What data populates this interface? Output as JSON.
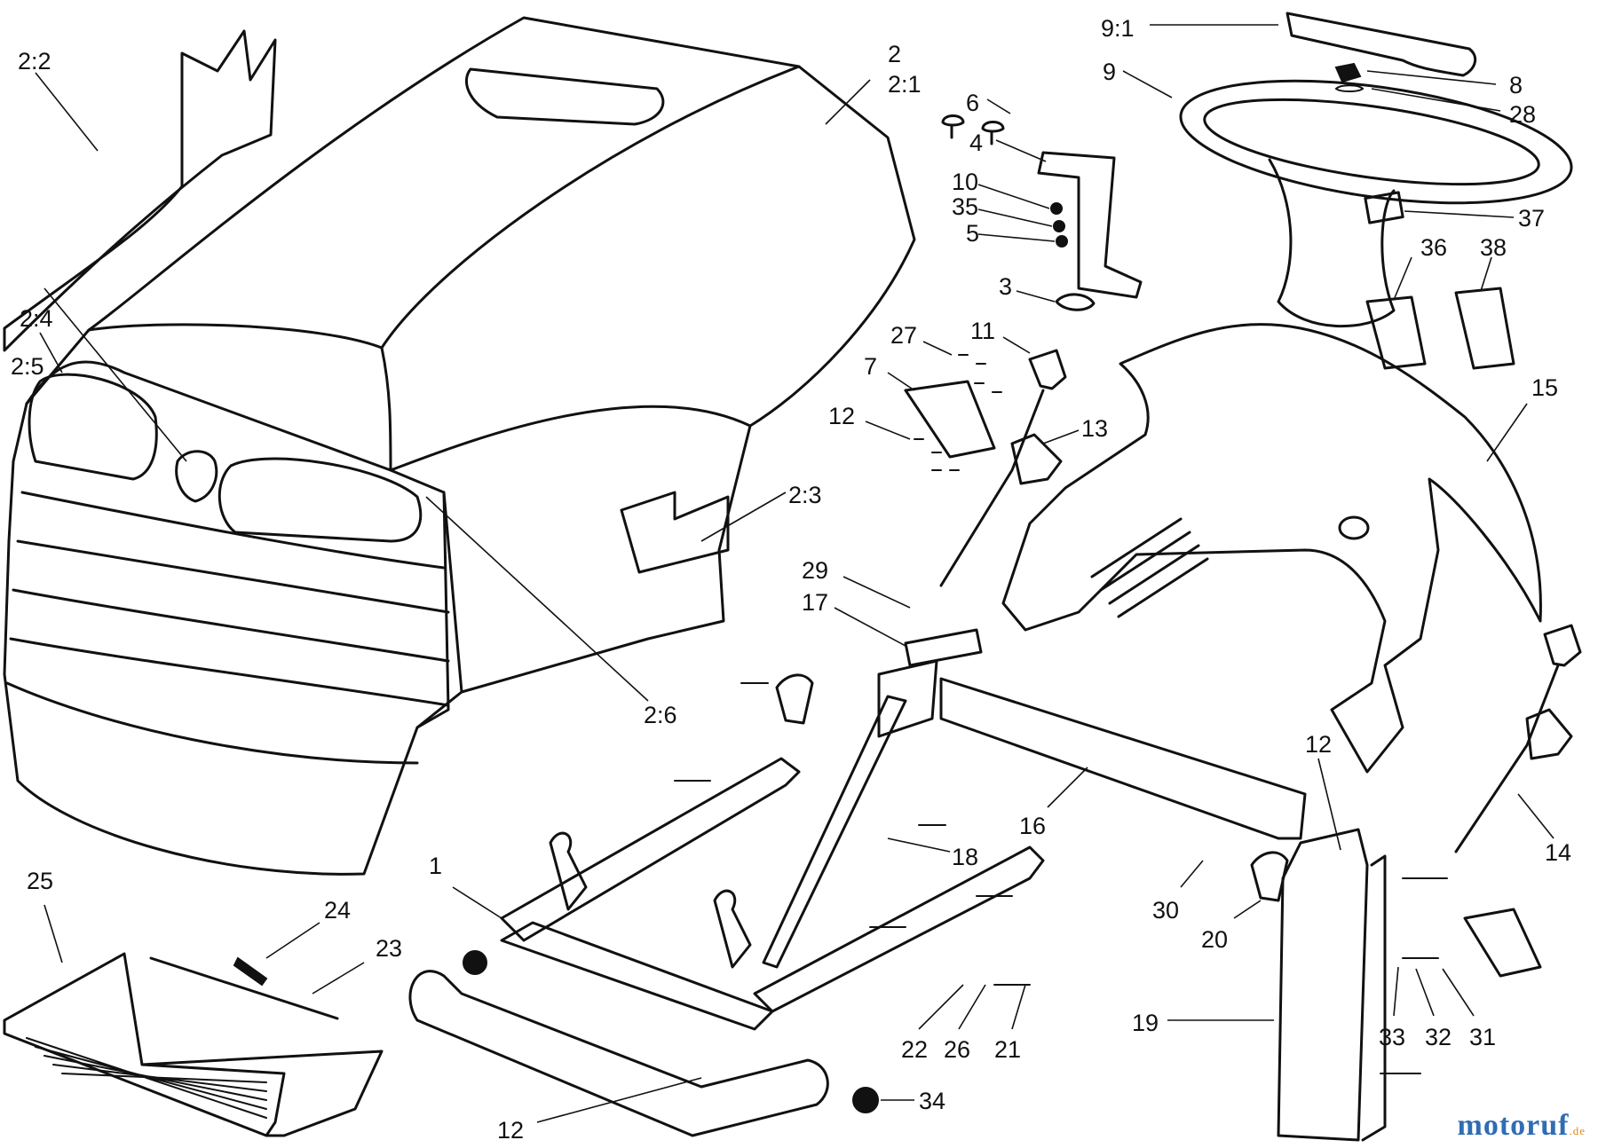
{
  "colors": {
    "line": "#111111",
    "background": "#ffffff",
    "watermark_main": "#2f6db5",
    "watermark_accent": "#e08a1e"
  },
  "callouts": [
    {
      "id": "2_2",
      "text": "2:2"
    },
    {
      "id": "2",
      "text": "2"
    },
    {
      "id": "2_1",
      "text": "2:1"
    },
    {
      "id": "2_4",
      "text": "2:4"
    },
    {
      "id": "2_5",
      "text": "2:5"
    },
    {
      "id": "2_3",
      "text": "2:3"
    },
    {
      "id": "2_6",
      "text": "2:6"
    },
    {
      "id": "9_1",
      "text": "9:1"
    },
    {
      "id": "9",
      "text": "9"
    },
    {
      "id": "8",
      "text": "8"
    },
    {
      "id": "28",
      "text": "28"
    },
    {
      "id": "6",
      "text": "6"
    },
    {
      "id": "4",
      "text": "4"
    },
    {
      "id": "10",
      "text": "10"
    },
    {
      "id": "35",
      "text": "35"
    },
    {
      "id": "5",
      "text": "5"
    },
    {
      "id": "3",
      "text": "3"
    },
    {
      "id": "37",
      "text": "37"
    },
    {
      "id": "36",
      "text": "36"
    },
    {
      "id": "38",
      "text": "38"
    },
    {
      "id": "27",
      "text": "27"
    },
    {
      "id": "11",
      "text": "11"
    },
    {
      "id": "7",
      "text": "7"
    },
    {
      "id": "12a",
      "text": "12"
    },
    {
      "id": "13",
      "text": "13"
    },
    {
      "id": "15",
      "text": "15"
    },
    {
      "id": "29",
      "text": "29"
    },
    {
      "id": "17",
      "text": "17"
    },
    {
      "id": "16",
      "text": "16"
    },
    {
      "id": "12b",
      "text": "12"
    },
    {
      "id": "14",
      "text": "14"
    },
    {
      "id": "1",
      "text": "1"
    },
    {
      "id": "18",
      "text": "18"
    },
    {
      "id": "30",
      "text": "30"
    },
    {
      "id": "20",
      "text": "20"
    },
    {
      "id": "25",
      "text": "25"
    },
    {
      "id": "24",
      "text": "24"
    },
    {
      "id": "23",
      "text": "23"
    },
    {
      "id": "22",
      "text": "22"
    },
    {
      "id": "26",
      "text": "26"
    },
    {
      "id": "21",
      "text": "21"
    },
    {
      "id": "19",
      "text": "19"
    },
    {
      "id": "33",
      "text": "33"
    },
    {
      "id": "32",
      "text": "32"
    },
    {
      "id": "31",
      "text": "31"
    },
    {
      "id": "12c",
      "text": "12"
    },
    {
      "id": "34",
      "text": "34"
    }
  ],
  "watermark": {
    "main": "motoruf",
    "suffix": ".de"
  }
}
